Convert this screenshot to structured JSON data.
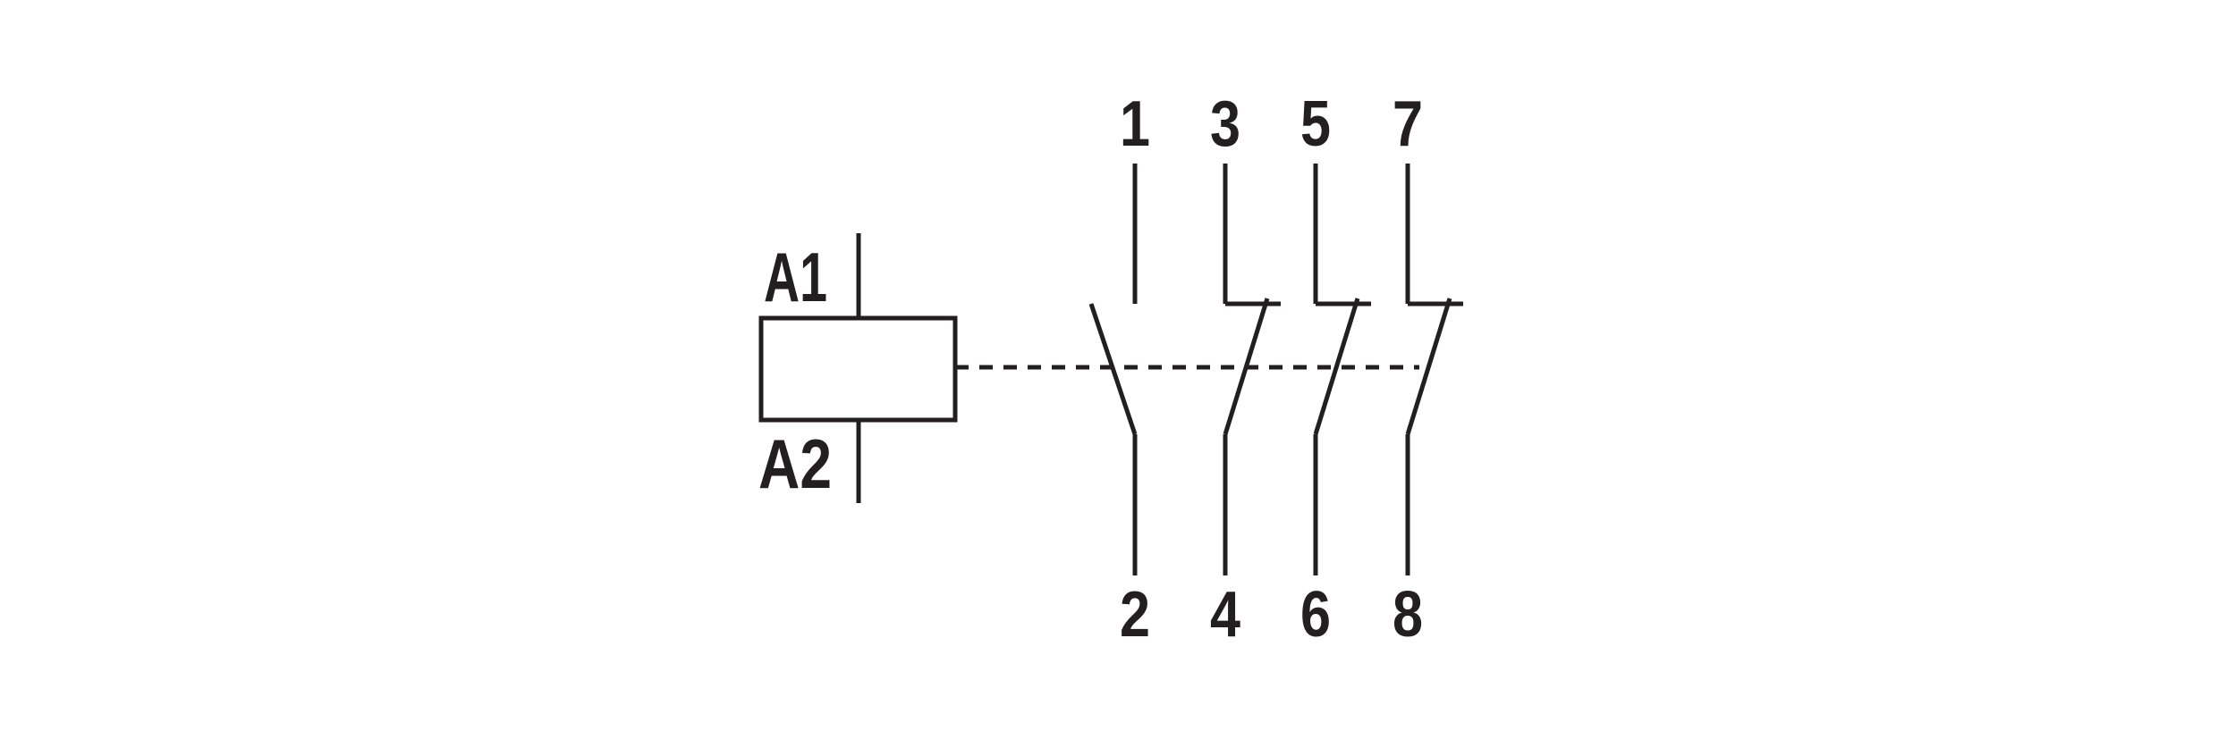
{
  "coil": {
    "top_label": "A1",
    "bottom_label": "A2"
  },
  "contacts": [
    {
      "top": "1",
      "bottom": "2",
      "type": "normally-open"
    },
    {
      "top": "3",
      "bottom": "4",
      "type": "normally-closed"
    },
    {
      "top": "5",
      "bottom": "6",
      "type": "normally-closed"
    },
    {
      "top": "7",
      "bottom": "8",
      "type": "normally-closed"
    }
  ],
  "colors": {
    "line": "#231f20",
    "background": "#ffffff"
  }
}
